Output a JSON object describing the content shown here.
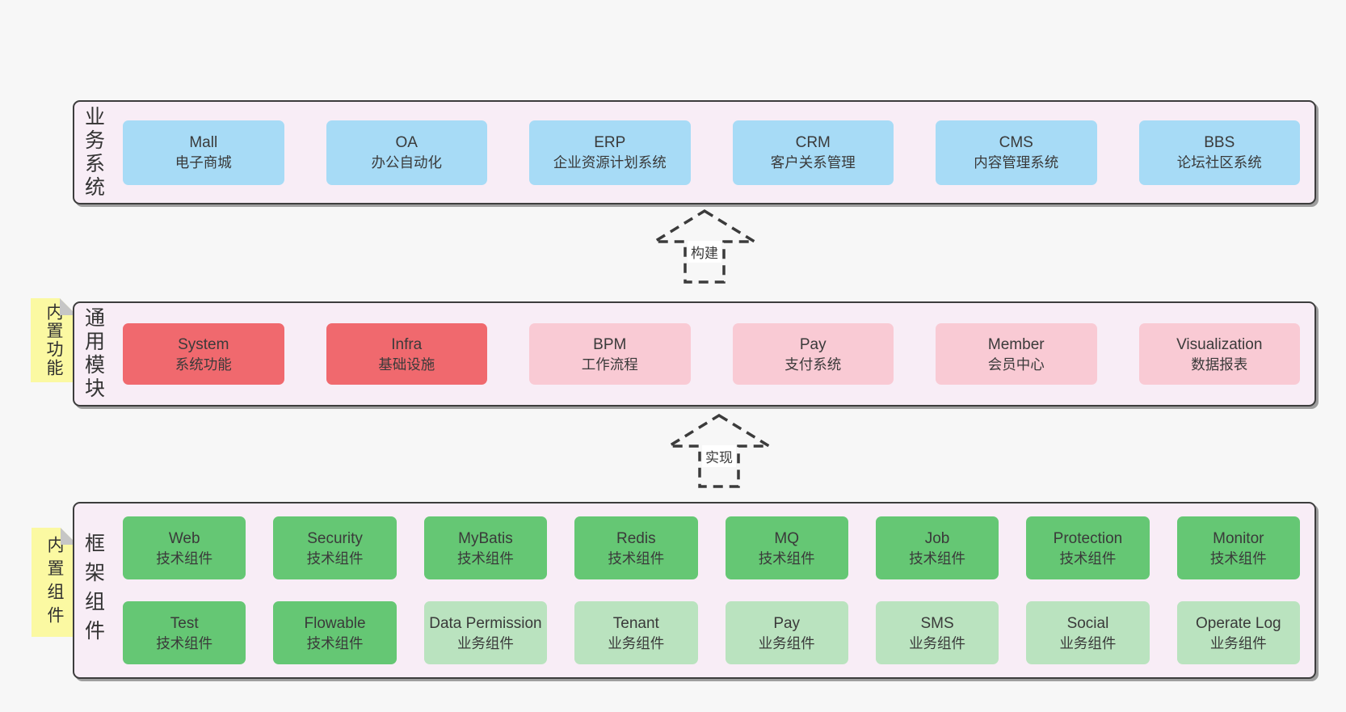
{
  "palette": {
    "page-bg": "#f7f7f7",
    "container-bg": "#f8edf6",
    "container-border": "#3d3d3d",
    "node-blue": "#a7dbf6",
    "node-red": "#f0696e",
    "node-pink": "#f9cad4",
    "node-green": "#65c774",
    "node-green-light": "#bae3bf",
    "sticky-bg": "#fbf9a2",
    "sticky-fold": "#c6c6c6",
    "arrow-stroke": "#3b3b3b",
    "text": "#3a3a3a"
  },
  "sections": [
    {
      "label": "业务系统",
      "sticky": null,
      "rows": [
        [
          {
            "title": "Mall",
            "subtitle": "电子商城",
            "variant": "blue"
          },
          {
            "title": "OA",
            "subtitle": "办公自动化",
            "variant": "blue"
          },
          {
            "title": "ERP",
            "subtitle": "企业资源计划系统",
            "variant": "blue"
          },
          {
            "title": "CRM",
            "subtitle": "客户关系管理",
            "variant": "blue"
          },
          {
            "title": "CMS",
            "subtitle": "内容管理系统",
            "variant": "blue"
          },
          {
            "title": "BBS",
            "subtitle": "论坛社区系统",
            "variant": "blue"
          }
        ]
      ]
    },
    {
      "label": "通用模块",
      "sticky": "内置功能",
      "rows": [
        [
          {
            "title": "System",
            "subtitle": "系统功能",
            "variant": "red"
          },
          {
            "title": "Infra",
            "subtitle": "基础设施",
            "variant": "red"
          },
          {
            "title": "BPM",
            "subtitle": "工作流程",
            "variant": "pink"
          },
          {
            "title": "Pay",
            "subtitle": "支付系统",
            "variant": "pink"
          },
          {
            "title": "Member",
            "subtitle": "会员中心",
            "variant": "pink"
          },
          {
            "title": "Visualization",
            "subtitle": "数据报表",
            "variant": "pink"
          }
        ]
      ]
    },
    {
      "label": "框架组件",
      "sticky": "内置组件",
      "rows": [
        [
          {
            "title": "Web",
            "subtitle": "技术组件",
            "variant": "green"
          },
          {
            "title": "Security",
            "subtitle": "技术组件",
            "variant": "green"
          },
          {
            "title": "MyBatis",
            "subtitle": "技术组件",
            "variant": "green"
          },
          {
            "title": "Redis",
            "subtitle": "技术组件",
            "variant": "green"
          },
          {
            "title": "MQ",
            "subtitle": "技术组件",
            "variant": "green"
          },
          {
            "title": "Job",
            "subtitle": "技术组件",
            "variant": "green"
          },
          {
            "title": "Protection",
            "subtitle": "技术组件",
            "variant": "green"
          },
          {
            "title": "Monitor",
            "subtitle": "技术组件",
            "variant": "green"
          }
        ],
        [
          {
            "title": "Test",
            "subtitle": "技术组件",
            "variant": "green"
          },
          {
            "title": "Flowable",
            "subtitle": "技术组件",
            "variant": "green"
          },
          {
            "title": "Data Permission",
            "subtitle": "业务组件",
            "variant": "green-light"
          },
          {
            "title": "Tenant",
            "subtitle": "业务组件",
            "variant": "green-light"
          },
          {
            "title": "Pay",
            "subtitle": "业务组件",
            "variant": "green-light"
          },
          {
            "title": "SMS",
            "subtitle": "业务组件",
            "variant": "green-light"
          },
          {
            "title": "Social",
            "subtitle": "业务组件",
            "variant": "green-light"
          },
          {
            "title": "Operate Log",
            "subtitle": "业务组件",
            "variant": "green-light"
          }
        ]
      ]
    }
  ],
  "arrows": [
    {
      "label": "构建",
      "direction": "up"
    },
    {
      "label": "实现",
      "direction": "up"
    }
  ]
}
